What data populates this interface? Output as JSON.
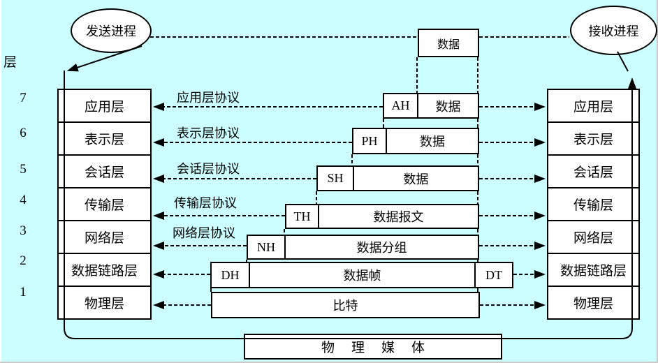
{
  "figure": {
    "background_color": "#ccffff",
    "line_color": "#000000",
    "box_fill_color": "#ffffff"
  },
  "axis": {
    "label": "层",
    "layer_numbers": [
      "7",
      "6",
      "5",
      "4",
      "3",
      "2",
      "1"
    ]
  },
  "processes": {
    "sender_label": "发送进程",
    "receiver_label": "接收进程"
  },
  "left_stack": {
    "layers": [
      "应用层",
      "表示层",
      "会话层",
      "传输层",
      "网络层",
      "数据链路层",
      "物理层"
    ]
  },
  "right_stack": {
    "layers": [
      "应用层",
      "表示层",
      "会话层",
      "传输层",
      "网络层",
      "数据链路层",
      "物理层"
    ]
  },
  "protocol_labels": [
    "应用层协议",
    "表示层协议",
    "会话层协议",
    "传输层协议",
    "网络层协议"
  ],
  "encapsulation": {
    "top_data_label": "数据",
    "rows": [
      {
        "header": "AH",
        "label": "数据"
      },
      {
        "header": "PH",
        "label": "数据"
      },
      {
        "header": "SH",
        "label": "数据"
      },
      {
        "header": "TH",
        "label": "数据报文"
      },
      {
        "header": "NH",
        "label": "数据分组"
      },
      {
        "header": "DH",
        "label": "数据帧",
        "trailer": "DT"
      },
      {
        "label": "比特"
      }
    ]
  },
  "physical_media_label": "物理媒体"
}
